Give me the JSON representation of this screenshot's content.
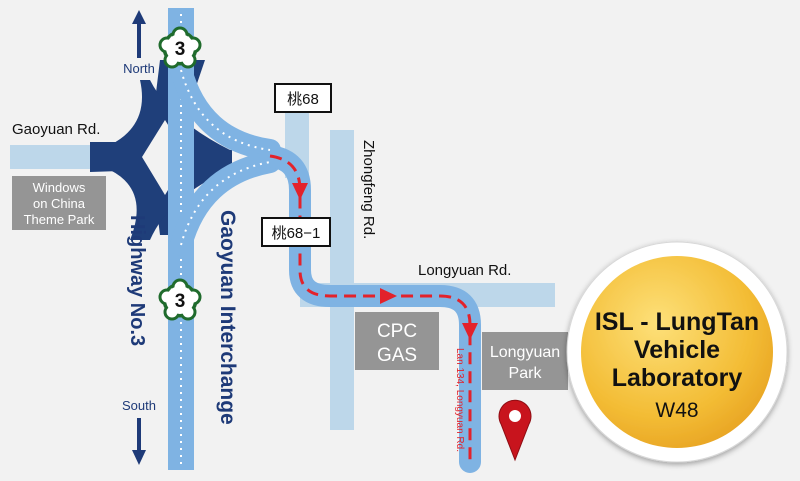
{
  "colors": {
    "background": "#f2f2f2",
    "road_light": "#bdd7ea",
    "highway_dark": "#1f3f7a",
    "route_blue": "#6ea9dc",
    "route_red": "#e3222b",
    "gray_box": "#959595",
    "shield_green": "#1f6b2c",
    "lab_gold": "#f4c03a",
    "label_navy": "#1e3a78"
  },
  "compass": {
    "north": "North",
    "south": "South"
  },
  "shields": {
    "top": "3",
    "middle": "3"
  },
  "roads": {
    "gaoyuan_rd": "Gaoyuan Rd.",
    "highway_no3": "Highway No.3",
    "gaoyuan_interchange": "Gaoyuan Interchange",
    "zhongfeng_rd": "Zhongfeng Rd.",
    "longyuan_rd": "Longyuan Rd.",
    "lan134": "Lan 134, Longyuan Rd."
  },
  "signs": {
    "tao68": "桃68",
    "tao68_1": "桃68−1"
  },
  "landmarks": {
    "windows": [
      "Windows",
      "on China",
      "Theme Park"
    ],
    "cpc": [
      "CPC",
      "GAS"
    ],
    "park": [
      "Longyuan",
      "Park"
    ]
  },
  "lab": {
    "title_lines": [
      "ISL - LungTan",
      "Vehicle",
      "Laboratory"
    ],
    "code": "W48"
  },
  "icons": {
    "north_arrow": "arrow-up-icon",
    "south_arrow": "arrow-down-icon",
    "location_pin": "location-pin-icon",
    "route_direction": "arrowhead-icon"
  }
}
